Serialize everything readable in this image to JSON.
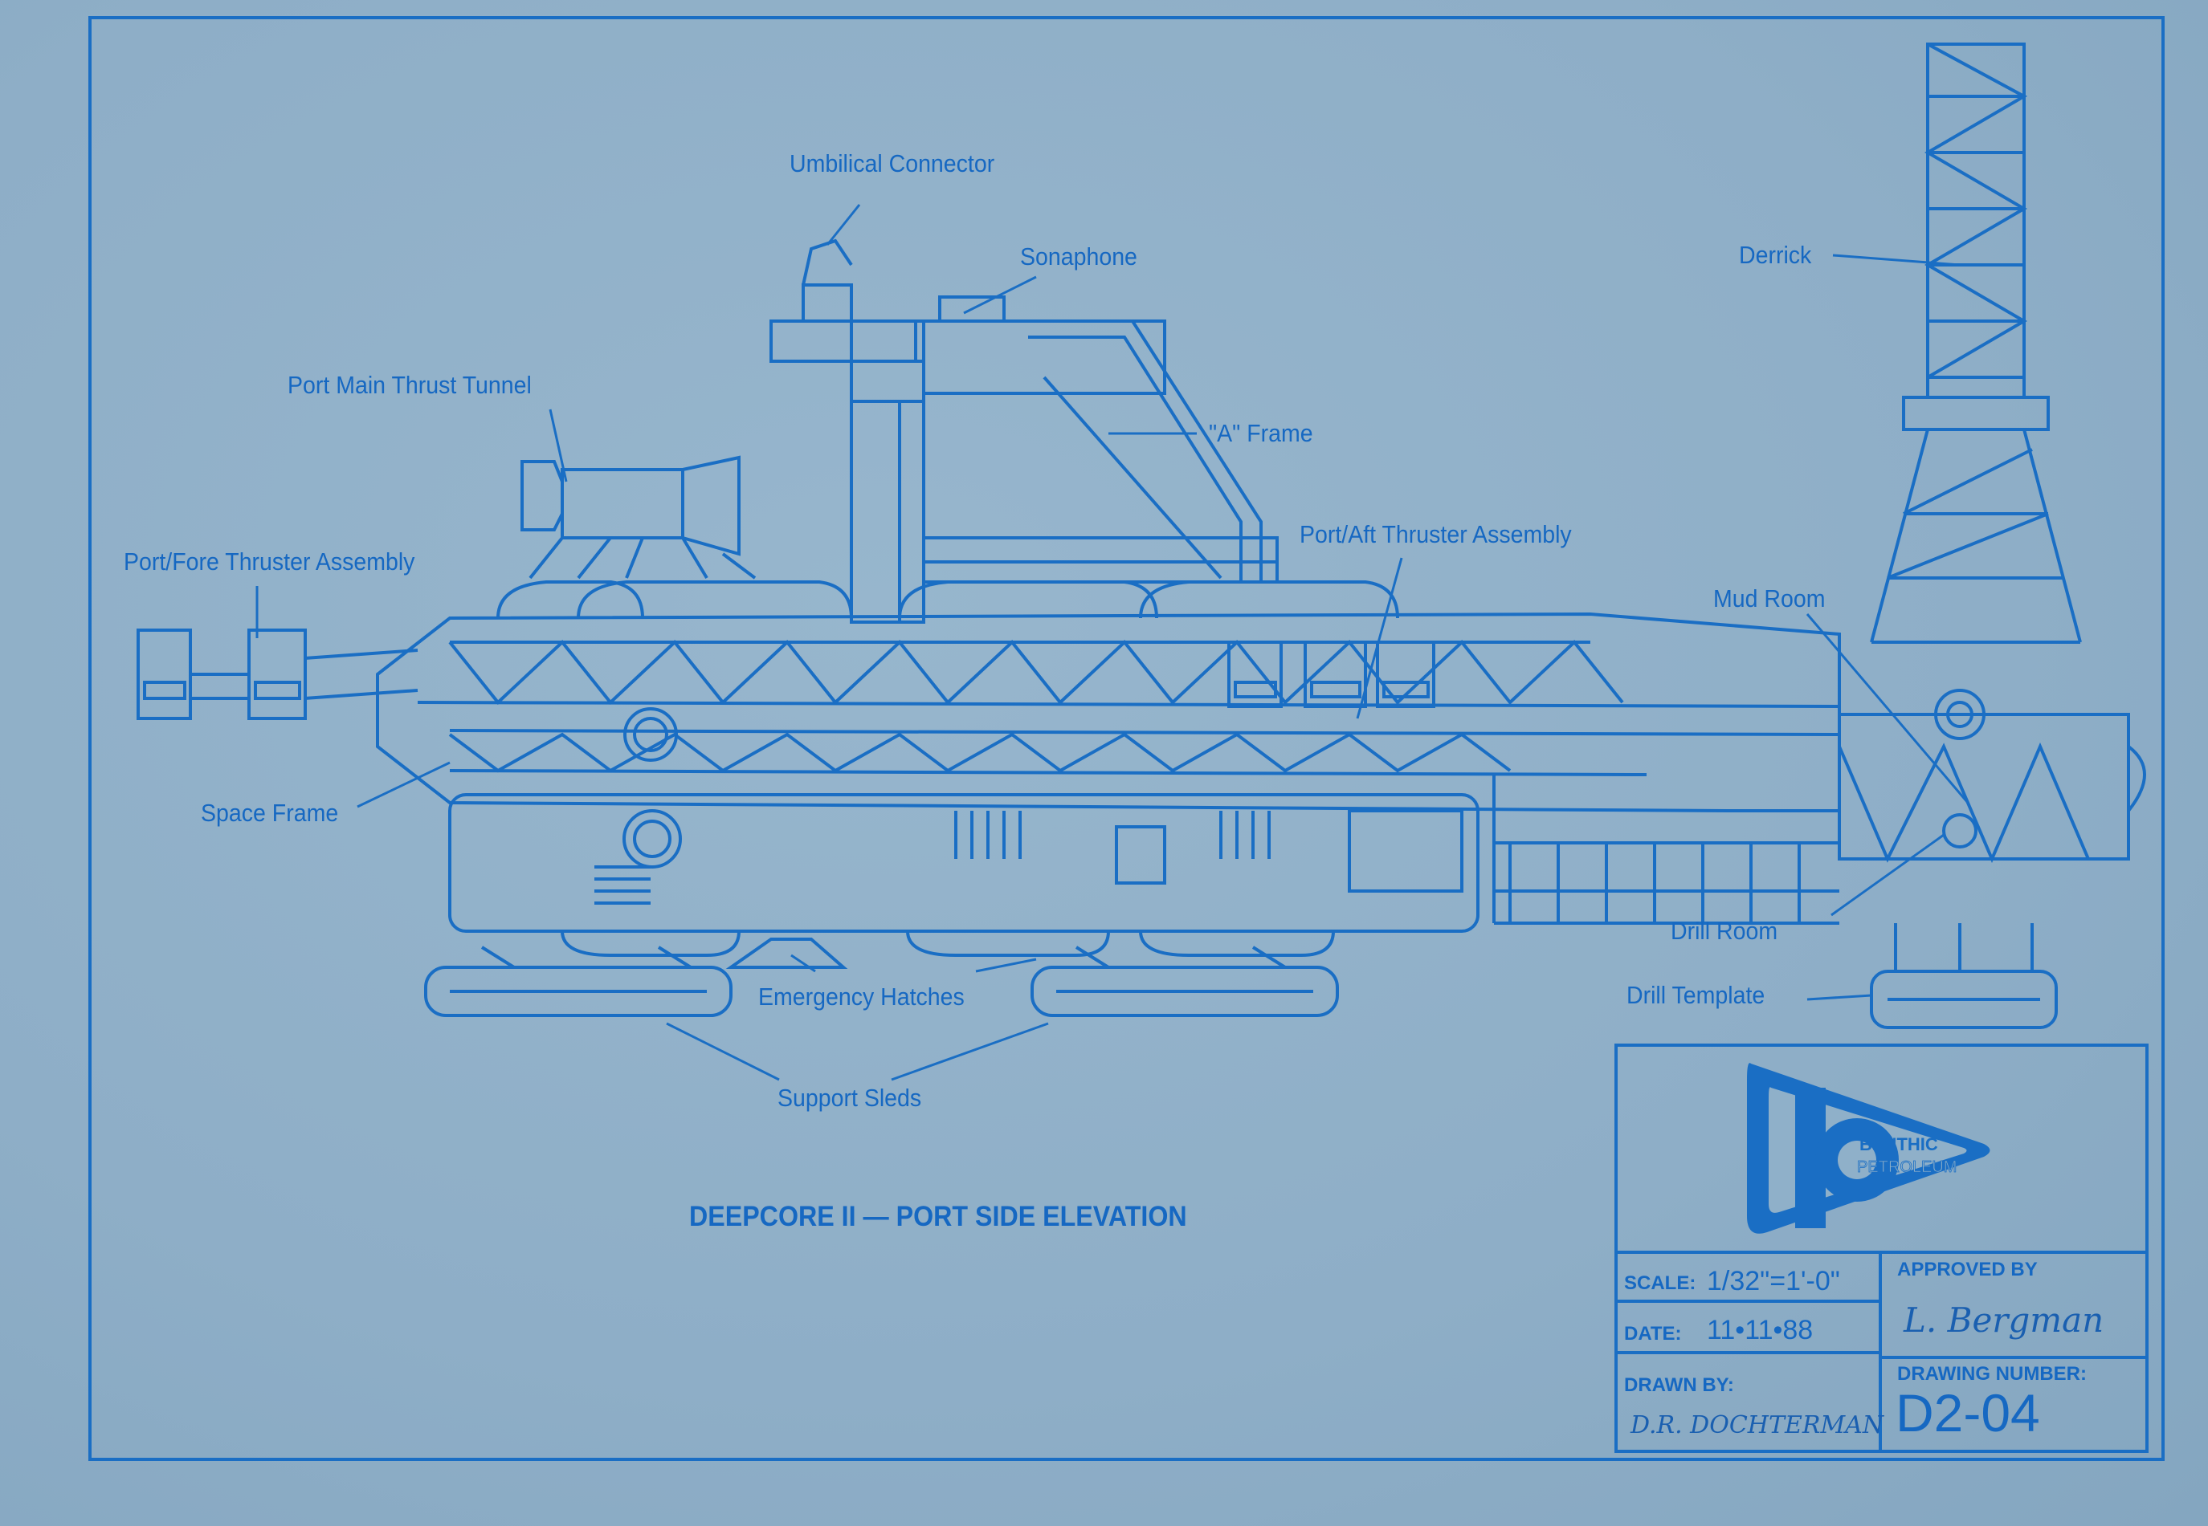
{
  "labels": {
    "umbilical_connector": "Umbilical Connector",
    "sonaphone": "Sonaphone",
    "derrick": "Derrick",
    "port_main_thrust_tunnel": "Port Main Thrust Tunnel",
    "a_frame": "\"A\" Frame",
    "port_aft_thruster_assembly": "Port/Aft  Thruster  Assembly",
    "port_fore_thruster_assembly": "Port/Fore  Thruster  Assembly",
    "mud_room": "Mud Room",
    "space_frame": "Space Frame",
    "drill_room": "Drill Room",
    "emergency_hatches": "Emergency Hatches",
    "drill_template": "Drill Template",
    "support_sleds": "Support Sleds"
  },
  "caption": "DEEPCORE II — PORT SIDE ELEVATION",
  "title_block": {
    "logo_line1": "BENTHIC",
    "logo_line2": "PETROLEUM",
    "scale_label": "SCALE:",
    "scale_value": "1/32\"=1'-0\"",
    "date_label": "DATE:",
    "date_value": "11•11•88",
    "drawn_by_label": "DRAWN BY:",
    "drawn_by_signature": "D.R. DOCHTERMAN",
    "approved_by_label": "APPROVED BY",
    "approved_by_signature": "L. Bergman",
    "drawing_number_label": "DRAWING NUMBER:",
    "drawing_number_value": "D2-04"
  },
  "colors": {
    "paper": "#8fb0c9",
    "ink": "#1a6ec4"
  }
}
